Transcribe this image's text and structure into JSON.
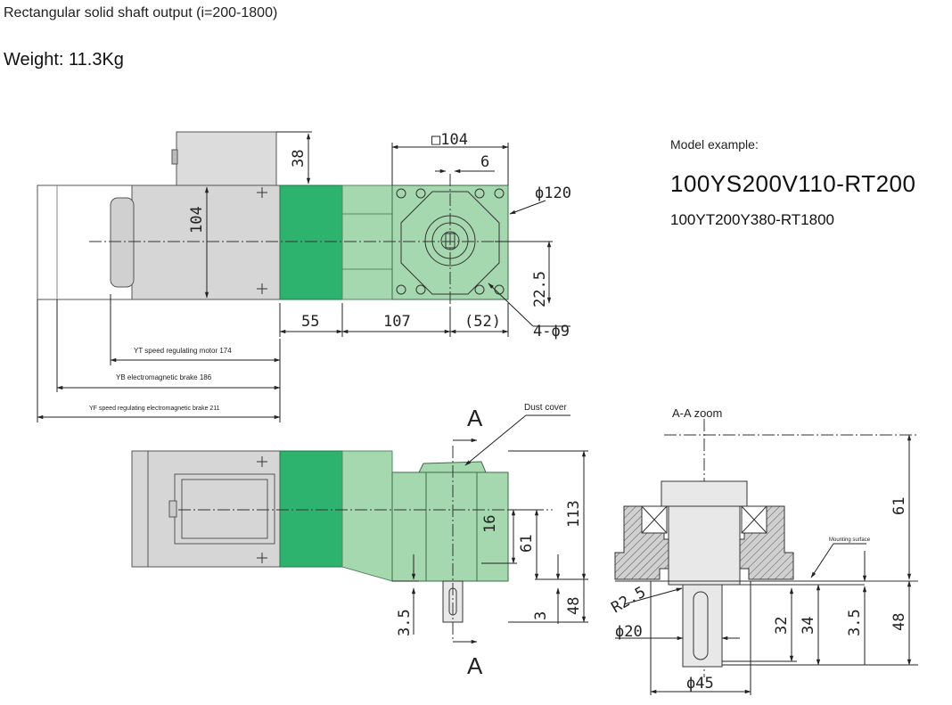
{
  "header": {
    "subtitle": "Rectangular solid shaft output (i=200-1800)",
    "weight": "Weight: 11.3Kg"
  },
  "model": {
    "label": "Model example:",
    "example_1": "100YS200V110-RT200",
    "example_2": "100YT200Y380-RT1800"
  },
  "top_view": {
    "dims": {
      "square": "□104",
      "d6": "6",
      "d120": "ϕ120",
      "h38": "38",
      "h104": "104",
      "d22_5": "22.5",
      "d55": "55",
      "d107": "107",
      "d52": "(52)",
      "holes": "4-ϕ9"
    },
    "lengths": {
      "yt": "YT speed regulating motor 174",
      "yb": "YB electromagnetic brake 186",
      "yf": "YF speed regulating electromagnetic brake 211"
    }
  },
  "front_view": {
    "section_a": "A",
    "dust_cover": "Dust cover",
    "dims": {
      "d16": "16",
      "d61": "61",
      "d113": "113",
      "d3_5": "3.5",
      "d3": "3",
      "d48": "48"
    }
  },
  "section_view": {
    "title": "A-A zoom",
    "mounting_surface": "Mounting surface",
    "dims": {
      "d61": "61",
      "r2_5": "R2.5",
      "d20": "ϕ20",
      "d32": "32",
      "d34": "34",
      "d3_5": "3.5",
      "d48": "48",
      "d45": "ϕ45"
    }
  },
  "colors": {
    "motor_gray": "#d8d8d8",
    "brake_green": "#2db36d",
    "gearbox_green": "#a6d8b0",
    "line": "#222222"
  }
}
